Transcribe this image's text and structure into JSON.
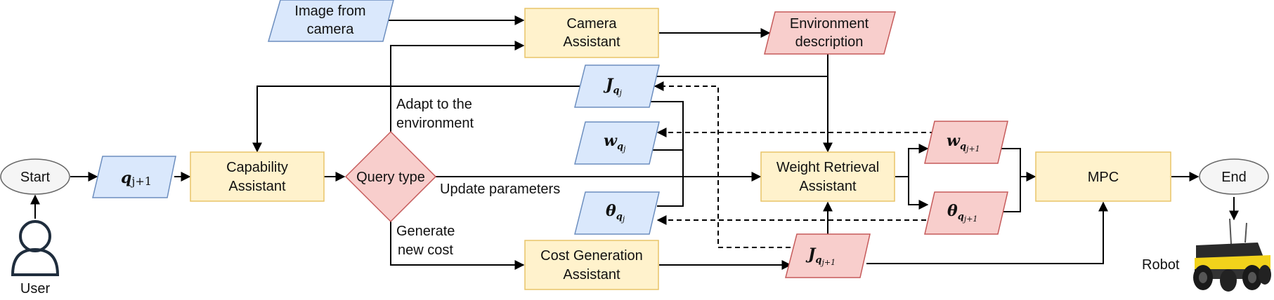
{
  "nodes": {
    "start": "Start",
    "end": "End",
    "user": "User",
    "robot": "Robot",
    "image_from_camera": [
      "Image from",
      "camera"
    ],
    "camera_assistant": [
      "Camera",
      "Assistant"
    ],
    "environment_description": [
      "Environment",
      "description"
    ],
    "capability_assistant": [
      "Capability",
      "Assistant"
    ],
    "query_type": "Query type",
    "weight_retrieval_assistant": [
      "Weight Retrieval",
      "Assistant"
    ],
    "cost_generation_assistant": [
      "Cost Generation",
      "Assistant"
    ],
    "mpc": "MPC",
    "q_next": {
      "main": "q",
      "sub": "j+1"
    },
    "J_qj": {
      "main": "J",
      "sub": "q",
      "subsub": "j"
    },
    "w_qj": {
      "main": "w",
      "sub": "q",
      "subsub": "j"
    },
    "theta_qj": {
      "main": "θ",
      "sub": "q",
      "subsub": "j"
    },
    "w_qj1": {
      "main": "w",
      "sub": "q",
      "subsub": "j+1"
    },
    "theta_qj1": {
      "main": "θ",
      "sub": "q",
      "subsub": "j+1"
    },
    "J_qj1": {
      "main": "J",
      "sub": "q",
      "subsub": "j+1"
    }
  },
  "edge_labels": {
    "adapt": [
      "Adapt to the",
      "environment"
    ],
    "update": "Update parameters",
    "generate": [
      "Generate",
      "new cost"
    ]
  },
  "colors": {
    "process_fill": "#fff2cc",
    "process_stroke": "#e8c468",
    "input_fill": "#dae8fc",
    "input_stroke": "#6c8ebf",
    "output_fill": "#f8cecc",
    "output_stroke": "#c55a5a",
    "terminal_fill": "#f5f5f5",
    "terminal_stroke": "#666666",
    "robot_body": "#222222",
    "robot_accent": "#f2d21b"
  },
  "icons": [
    "user-icon",
    "robot-image"
  ]
}
